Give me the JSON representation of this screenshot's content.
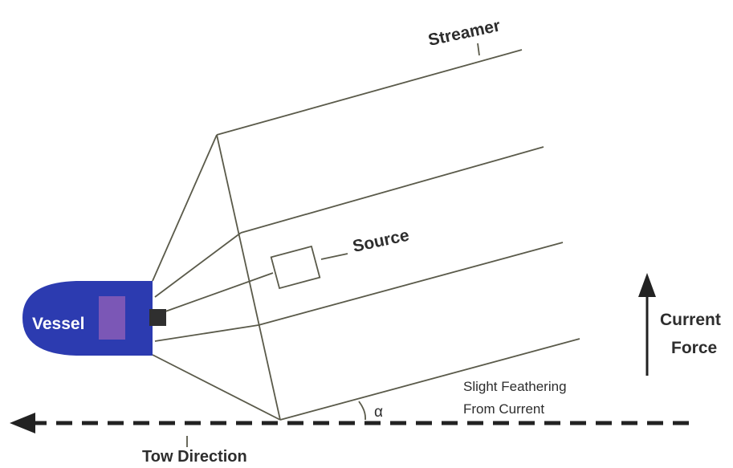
{
  "labels": {
    "streamer": "Streamer",
    "source": "Source",
    "vessel": "Vessel",
    "current_line1": "Current",
    "current_line2": "Force",
    "feathering_line1": "Slight Feathering",
    "feathering_line2": "From Current",
    "tow_direction": "Tow Direction",
    "angle": "α"
  },
  "colors": {
    "line": "#5a5a4a",
    "vessel_hull": "#2c3bb0",
    "vessel_cabin": "#7b57b6",
    "vessel_text": "#ffffff",
    "connector": "#2f2f2f",
    "arrow": "#222222",
    "text": "#2d2d2d"
  }
}
